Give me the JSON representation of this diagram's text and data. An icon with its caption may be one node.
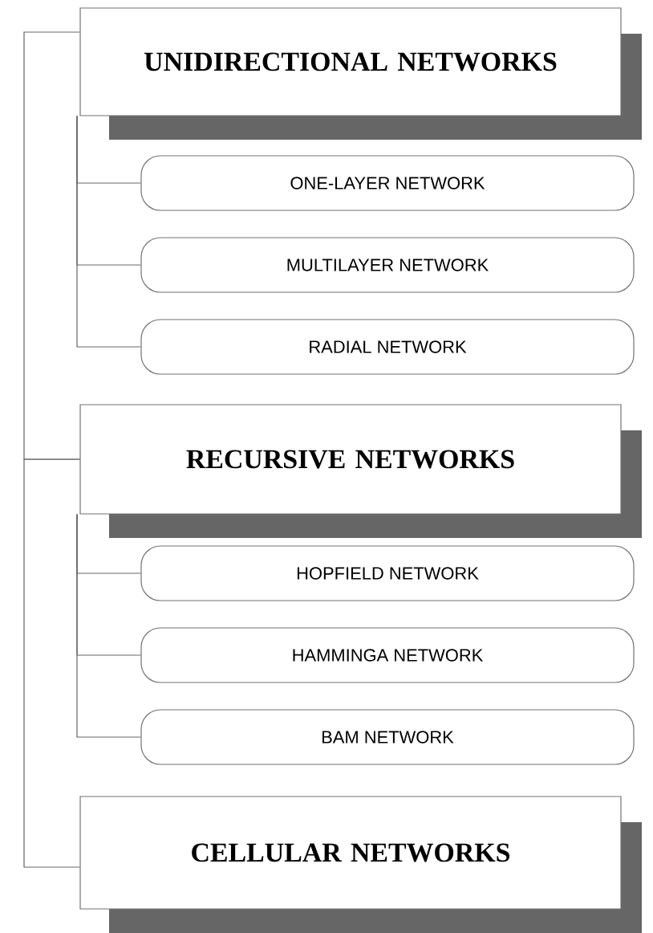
{
  "diagram": {
    "nodes": [
      {
        "text": [
          "UNIDIRECTIONAL NETWORKS"
        ]
      },
      {
        "text": [
          "ONE-LAYER NETWORK"
        ]
      },
      {
        "text": [
          "MULTILAYER NETWORK"
        ]
      },
      {
        "text": [
          "RADIAL NETWORK"
        ]
      },
      {
        "text": [
          "RECURSIVE NETWORKS"
        ]
      },
      {
        "text": [
          "HOPFIELD NETWORK"
        ]
      },
      {
        "text": [
          "HAMMINGA NETWORK"
        ]
      },
      {
        "text": [
          "BAM NETWORK"
        ]
      },
      {
        "text": [
          "CELLULAR NETWORKS"
        ]
      }
    ],
    "edges": [
      {
        "from": 0,
        "to": 4,
        "arrow": "none"
      },
      {
        "from": 4,
        "to": 8,
        "arrow": "none"
      },
      {
        "from": 0,
        "to": 1,
        "arrow": "none"
      },
      {
        "from": 0,
        "to": 2,
        "arrow": "none"
      },
      {
        "from": 0,
        "to": 3,
        "arrow": "none"
      },
      {
        "from": 4,
        "to": 5,
        "arrow": "none"
      },
      {
        "from": 4,
        "to": 6,
        "arrow": "none"
      },
      {
        "from": 4,
        "to": 7,
        "arrow": "none"
      }
    ]
  }
}
